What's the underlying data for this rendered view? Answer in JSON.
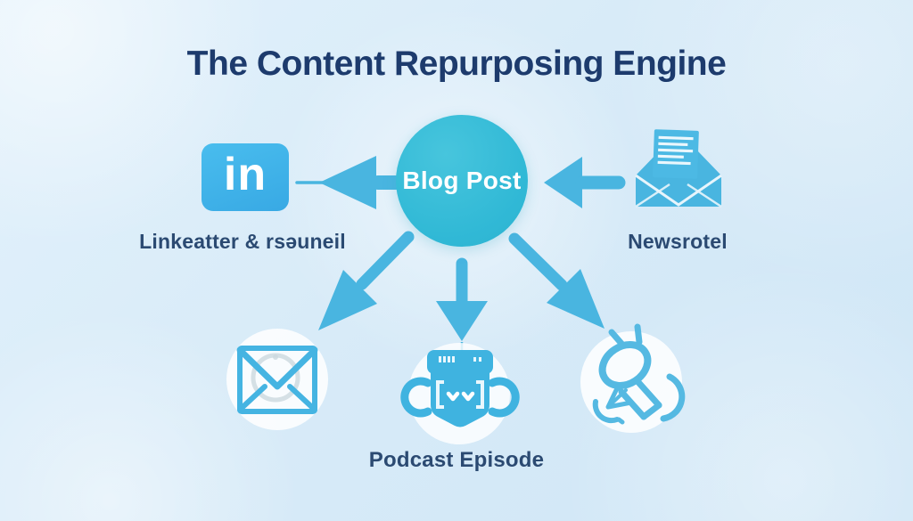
{
  "title": "The Content Repurposing Engine",
  "center": {
    "label": "Blog Post",
    "shape": "circle",
    "color": "#35bdd9"
  },
  "nodes": {
    "linkedin": {
      "icon": "linkedin-icon",
      "icon_text": "in",
      "label": "Linkeatter & rsəuneil"
    },
    "newsletter": {
      "icon": "open-envelope-newsletter-icon",
      "label": "Newsrotel"
    },
    "email": {
      "icon": "envelope-outline-icon",
      "label": ""
    },
    "podcast": {
      "icon": "robot-headset-icon",
      "label": "Podcast Episode"
    },
    "search": {
      "icon": "magnifier-insight-icon",
      "label": ""
    }
  },
  "arrows": [
    {
      "name": "arrow-blogpost-to-linkedin",
      "direction": "left"
    },
    {
      "name": "arrow-newsletter-to-blogpost",
      "direction": "left"
    },
    {
      "name": "arrow-blogpost-to-email",
      "direction": "down-left"
    },
    {
      "name": "arrow-blogpost-to-podcast",
      "direction": "down"
    },
    {
      "name": "arrow-blogpost-to-search",
      "direction": "down-right"
    }
  ],
  "colors": {
    "background": "#d8ebf8",
    "accent_cyan": "#49b5e0",
    "circle_teal": "#35bdd9",
    "linkedin_blue": "#3fb3ea",
    "title_navy": "#1d3b6d",
    "label_slate": "#2b4a72",
    "white": "#ffffff"
  }
}
